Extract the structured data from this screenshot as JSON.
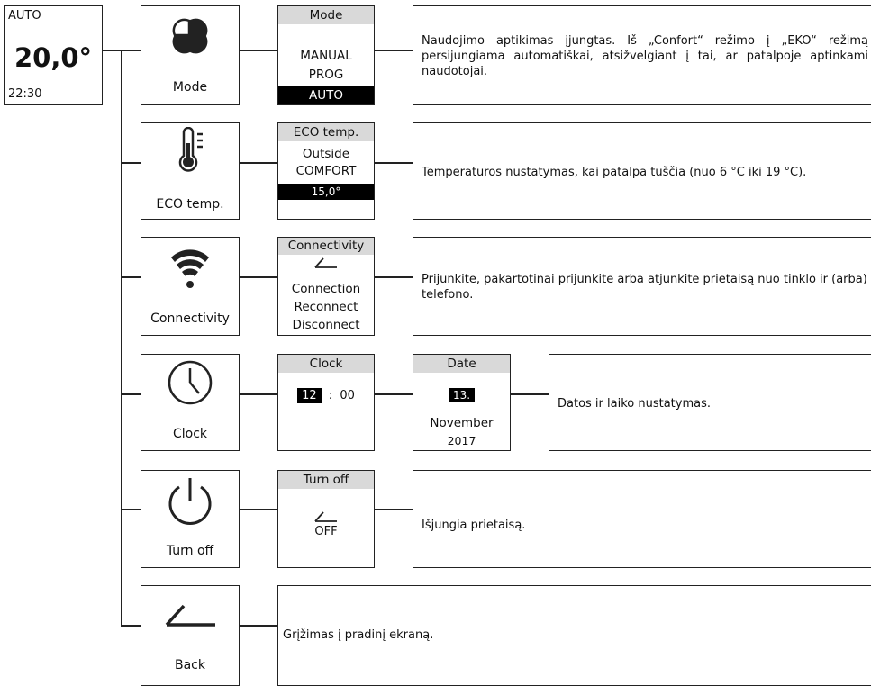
{
  "thermostat": {
    "mode": "AUTO",
    "temperature": "20,0°",
    "time": "22:30"
  },
  "items": [
    {
      "label": "Mode",
      "icon": "petals-icon"
    },
    {
      "label": "ECO temp.",
      "icon": "thermometer-icon"
    },
    {
      "label": "Connectivity",
      "icon": "wifi-icon"
    },
    {
      "label": "Clock",
      "icon": "clock-icon"
    },
    {
      "label": "Turn off",
      "icon": "power-icon"
    },
    {
      "label": "Back",
      "icon": "back-arrow-icon"
    }
  ],
  "screens": {
    "mode": {
      "title": "Mode",
      "options": [
        "MANUAL",
        "PROG",
        "AUTO"
      ],
      "selected": "AUTO"
    },
    "eco": {
      "title": "ECO temp.",
      "options": [
        "Outside",
        "COMFORT"
      ],
      "value": "15,0°"
    },
    "connectivity": {
      "title": "Connectivity",
      "options": [
        "Connection",
        "Reconnect",
        "Disconnect"
      ]
    },
    "clock": {
      "title": "Clock",
      "hour": "12",
      "separator": ":",
      "minute": "00"
    },
    "date": {
      "title": "Date",
      "day": "13.",
      "month": "November",
      "year": "2017"
    },
    "turnoff": {
      "title": "Turn off",
      "value": "OFF"
    }
  },
  "descriptions": {
    "mode": "Naudojimo aptikimas įjungtas. Iš „Confort“ režimo į „EKO“ režimą persijungiama automatiškai, atsižvelgiant į tai, ar patalpoje aptinkami naudotojai.",
    "eco": "Temperatūros nustatymas, kai patalpa tuščia (nuo 6 °C iki 19 °C).",
    "connectivity": "Prijunkite, pakartotinai prijunkite arba atjunkite prietaisą nuo tinklo ir (arba) telefono.",
    "clock": "Datos ir laiko nustatymas.",
    "turnoff": "Išjungia prietaisą.",
    "back": "Grįžimas į pradinį ekraną."
  }
}
